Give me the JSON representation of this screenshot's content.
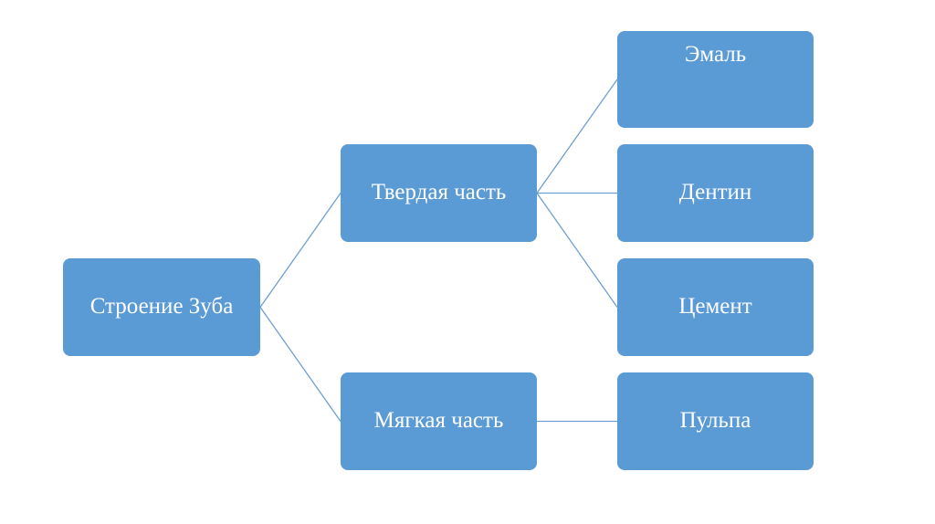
{
  "colors": {
    "node_fill": "#5b9bd5",
    "node_text": "#ffffff",
    "connector": "#6d9fd0"
  },
  "nodes": {
    "root": "Строение Зуба",
    "hard": "Твердая часть",
    "soft": "Мягкая часть",
    "enamel": "Эмаль",
    "dentin": "Дентин",
    "cement": "Цемент",
    "pulp": "Пульпа"
  },
  "edges": [
    [
      "root",
      "hard"
    ],
    [
      "root",
      "soft"
    ],
    [
      "hard",
      "enamel"
    ],
    [
      "hard",
      "dentin"
    ],
    [
      "hard",
      "cement"
    ],
    [
      "soft",
      "pulp"
    ]
  ]
}
